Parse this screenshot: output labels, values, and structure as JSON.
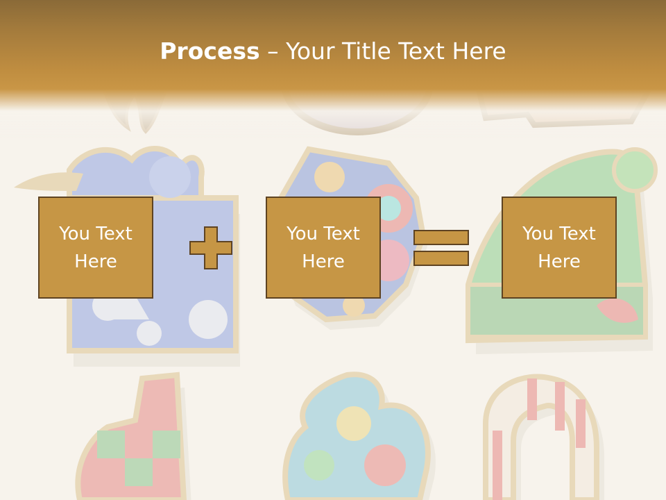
{
  "slide": {
    "title_bold": "Process",
    "title_separator": " – ",
    "title_rest": "Your Title Text Here"
  },
  "process": {
    "boxes": [
      {
        "label": "You Text Here"
      },
      {
        "label": "You Text Here"
      },
      {
        "label": "You Text Here"
      }
    ],
    "operators": [
      "plus",
      "equals"
    ]
  },
  "colors": {
    "header_top": "#8a6a38",
    "header_bottom": "#c99646",
    "box_fill": "#c69645",
    "box_border": "#5e4322",
    "text": "#ffffff",
    "background": "#f7f3ec"
  },
  "icons": [
    "gift-icon",
    "ornament-icon",
    "santa-hat-icon",
    "stocking-icon",
    "bird-icon",
    "candy-cane-icon",
    "plus-icon",
    "equals-icon"
  ]
}
